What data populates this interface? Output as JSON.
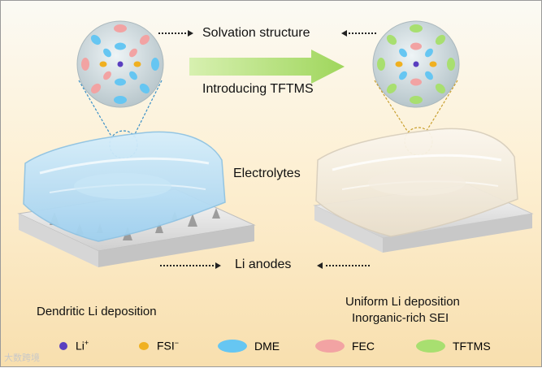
{
  "labels": {
    "solvation": "Solvation structure",
    "introducing": "Introducing TFTMS",
    "electrolytes": "Electrolytes",
    "anodes": "Li anodes",
    "left_caption": "Dendritic Li deposition",
    "right_caption_line1": "Uniform Li deposition",
    "right_caption_line2": "Inorganic-rich SEI"
  },
  "legend": [
    {
      "icon": "li-ion",
      "label_main": "Li",
      "label_sup": "+",
      "color": "#5a3fc0"
    },
    {
      "icon": "fsi-anion",
      "label_main": "FSI",
      "label_sup": "−",
      "color": "#f0b020"
    },
    {
      "icon": "dme-ellipse",
      "label_main": "DME",
      "label_sup": "",
      "color": "#66c6f2"
    },
    {
      "icon": "fec-ellipse",
      "label_main": "FEC",
      "label_sup": "",
      "color": "#f2a3a3"
    },
    {
      "icon": "tftms-ellipse",
      "label_main": "TFTMS",
      "label_sup": "",
      "color": "#a8df70"
    }
  ],
  "watermark": "大数跨境",
  "colors": {
    "arrow_green": "#b5e27a",
    "left_electrolyte": "#bfe3f7",
    "right_electrolyte": "#f6ecd9"
  }
}
